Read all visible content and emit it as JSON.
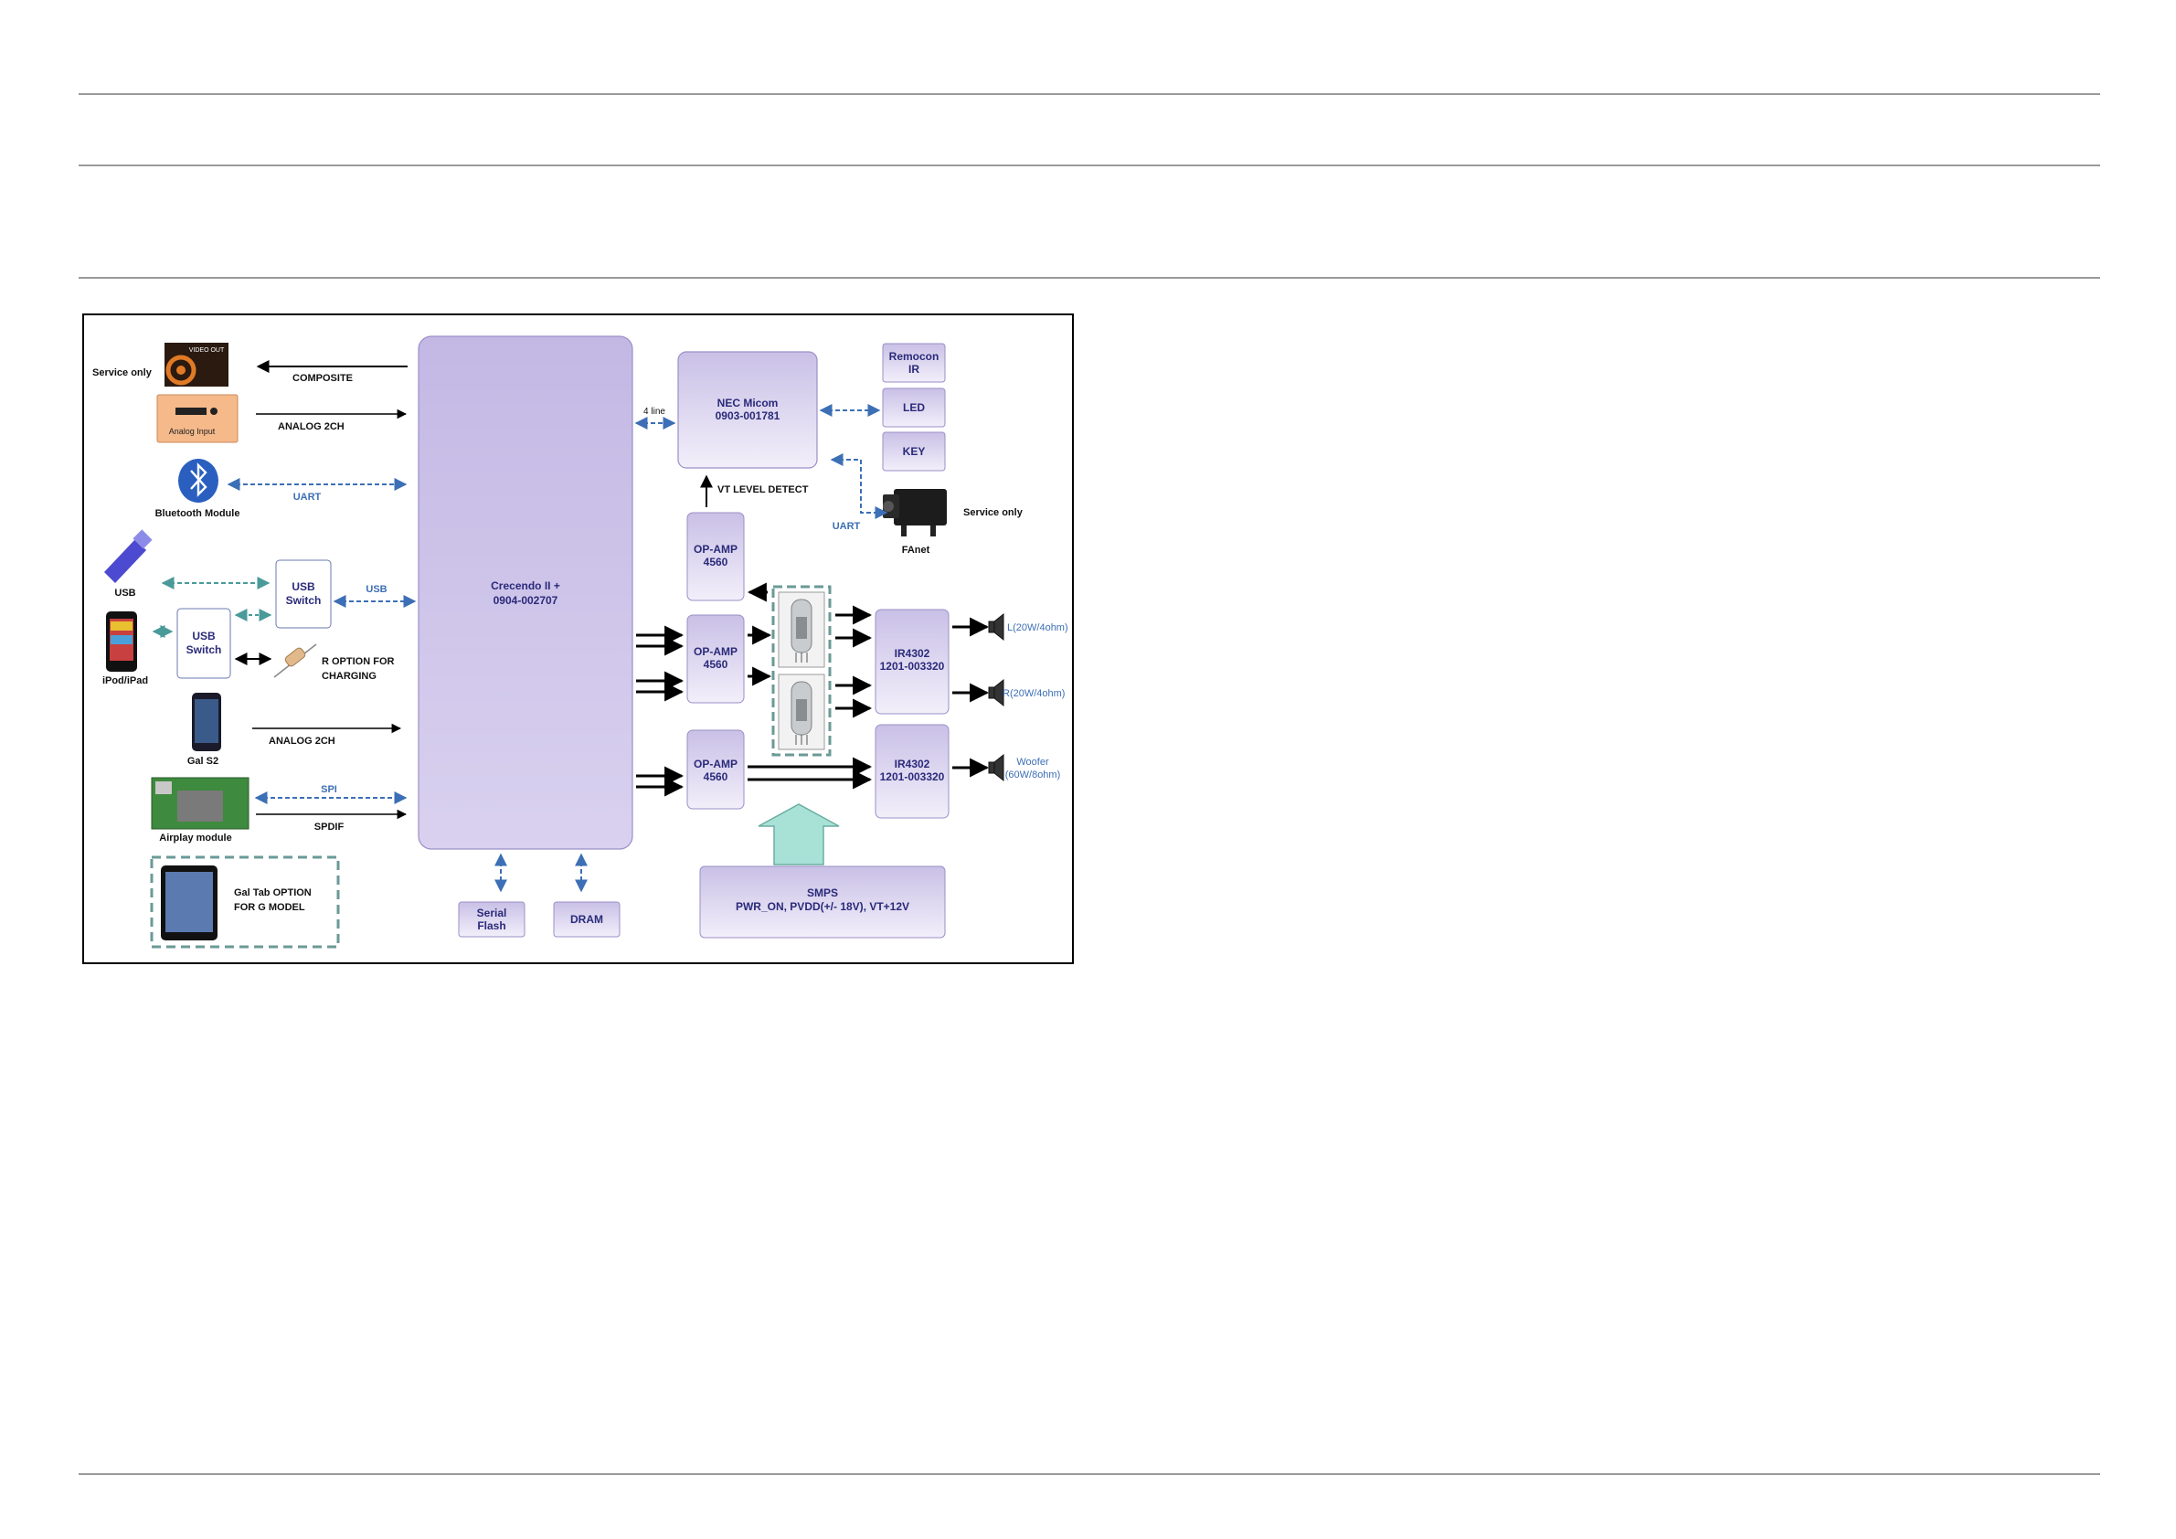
{
  "diagram": {
    "main_chip": [
      "Crecendo II +",
      "0904-002707"
    ],
    "micom": [
      "NEC Micom",
      "0903-001781"
    ],
    "remocon": [
      "Remocon",
      "IR"
    ],
    "led": "LED",
    "key": "KEY",
    "fanet": "FAnet",
    "service_only_right": "Service only",
    "uart_right": "UART",
    "four_line": "4 line",
    "vt_level": "VT LEVEL DETECT",
    "opamp_top": [
      "OP-AMP",
      "4560"
    ],
    "opamp_mid": [
      "OP-AMP",
      "4560"
    ],
    "opamp_bot": [
      "OP-AMP",
      "4560"
    ],
    "ir_top": [
      "IR4302",
      "1201-003320"
    ],
    "ir_bot": [
      "IR4302",
      "1201-003320"
    ],
    "spk_l": "L(20W/4ohm)",
    "spk_r": "R(20W/4ohm)",
    "spk_woofer": [
      "Woofer",
      "(60W/8ohm)"
    ],
    "smps": [
      "SMPS",
      "PWR_ON, PVDD(+/- 18V), VT+12V"
    ],
    "serial_flash": [
      "Serial",
      "Flash"
    ],
    "dram": "DRAM",
    "service_only_left": "Service only",
    "video_out": "VIDEO OUT",
    "composite": "COMPOSITE",
    "analog_input": "Analog Input",
    "analog_2ch_top": "ANALOG  2CH",
    "bluetooth_module": "Bluetooth Module",
    "uart_left": "UART",
    "usb_label": "USB",
    "usb_switch_1": [
      "USB",
      "Switch"
    ],
    "usb_link": "USB",
    "usb_switch_2": [
      "USB",
      "Switch"
    ],
    "ipod": "iPod/iPad",
    "r_option": [
      "R OPTION FOR",
      "CHARGING"
    ],
    "gal_s2": "Gal S2",
    "analog_2ch_bot": "ANALOG  2CH",
    "spi": "SPI",
    "spdif": "SPDIF",
    "airplay": "Airplay  module",
    "gal_tab": [
      "Gal  Tab OPTION",
      "FOR G MODEL"
    ]
  }
}
